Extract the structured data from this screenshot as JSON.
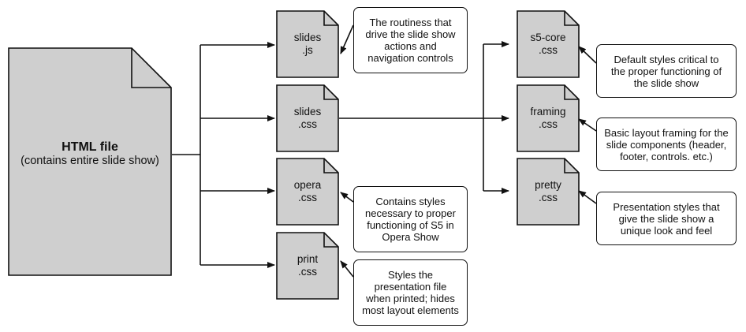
{
  "main_document": {
    "title": "HTML file",
    "subtitle": "(contains entire slide show)"
  },
  "files": [
    {
      "id": "slides-js",
      "line1": "slides",
      "line2": ".js"
    },
    {
      "id": "slides-css",
      "line1": "slides",
      "line2": ".css"
    },
    {
      "id": "opera-css",
      "line1": "opera",
      "line2": ".css"
    },
    {
      "id": "print-css",
      "line1": "print",
      "line2": ".css"
    },
    {
      "id": "s5-core-css",
      "line1": "s5-core",
      "line2": ".css"
    },
    {
      "id": "framing-css",
      "line1": "framing",
      "line2": ".css"
    },
    {
      "id": "pretty-css",
      "line1": "pretty",
      "line2": ".css"
    }
  ],
  "notes": [
    {
      "id": "slides-js",
      "lines": [
        "The routiness that",
        "drive the slide show",
        "actions and",
        "navigation controls"
      ]
    },
    {
      "id": "opera-css",
      "lines": [
        "Contains styles",
        "necessary to proper",
        "functioning of S5 in",
        "Opera Show"
      ]
    },
    {
      "id": "print-css",
      "lines": [
        "Styles the",
        "presentation file",
        "when printed; hides",
        "most layout elements"
      ]
    },
    {
      "id": "s5-core-css",
      "lines": [
        "Default styles critical to",
        "the proper functioning of",
        "the slide show"
      ]
    },
    {
      "id": "framing-css",
      "lines": [
        "Basic layout framing for the",
        "slide components (header,",
        "footer, controls. etc.)"
      ]
    },
    {
      "id": "pretty-css",
      "lines": [
        "Presentation styles that",
        "give the slide show a",
        "unique look and feel"
      ]
    }
  ],
  "colors": {
    "doc_fill": "#cfcfcf",
    "stroke": "#111111",
    "background": "#ffffff"
  }
}
